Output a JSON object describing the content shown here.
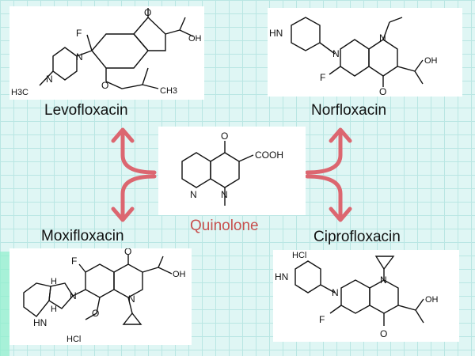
{
  "compounds": {
    "center": {
      "name": "Quinolone",
      "labels": {
        "o": "O",
        "cooh": "COOH",
        "n_ring": "N",
        "n_bottom": "N"
      }
    },
    "levofloxacin": {
      "name": "Levofloxacin",
      "labels": {
        "o": "O",
        "oh": "OH",
        "f": "F",
        "n1": "N",
        "n2": "N",
        "ch3_left": "H3C",
        "o_ring": "O",
        "ch3_right": "CH3"
      }
    },
    "norfloxacin": {
      "name": "Norfloxacin",
      "labels": {
        "hn": "HN",
        "n_pip": "N",
        "n_ring": "N",
        "f": "F",
        "o": "O",
        "oh": "OH"
      }
    },
    "moxifloxacin": {
      "name": "Moxifloxacin",
      "labels": {
        "f": "F",
        "o": "O",
        "oh": "OH",
        "n_pyr": "N",
        "n_ring": "N",
        "h_top": "H",
        "h_bottom": "H",
        "hn": "HN",
        "o_methoxy": "O",
        "hcl": "HCl"
      }
    },
    "ciprofloxacin": {
      "name": "Ciprofloxacin",
      "labels": {
        "hcl": "HCl",
        "hn": "HN",
        "n_pip": "N",
        "n_ring": "N",
        "f": "F",
        "o": "O",
        "oh": "OH"
      }
    }
  },
  "colors": {
    "arrow": "#dc6670",
    "center_label": "#c8504f",
    "background": "#dff6f4"
  }
}
